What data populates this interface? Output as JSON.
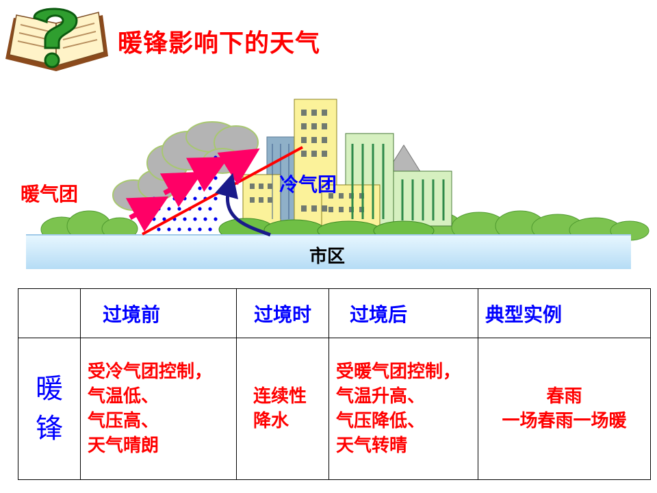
{
  "title": "暖锋影响下的天气",
  "diagram": {
    "warm_air_label": "暖气团",
    "cold_air_label": "冷气团",
    "city_label": "市区"
  },
  "icons": {
    "book": "question-book-icon",
    "question_mark": "?"
  },
  "table": {
    "headers": [
      "",
      "过境前",
      "过境时",
      "过境后",
      "典型实例"
    ],
    "row_label": "暖锋",
    "before": [
      "受冷气团控制，",
      "气温低、",
      "气压高、",
      "天气晴朗"
    ],
    "during": [
      "连续性",
      "降水"
    ],
    "after": [
      "受暖气团控制，",
      "气温升高、",
      "气压降低、",
      "天气转晴"
    ],
    "example": [
      "春雨",
      "一场春雨一场暖"
    ]
  },
  "colors": {
    "title": "#ff0000",
    "warm": "#ff0000",
    "cold": "#0000ff",
    "arrow_pink": "#ff0066"
  }
}
